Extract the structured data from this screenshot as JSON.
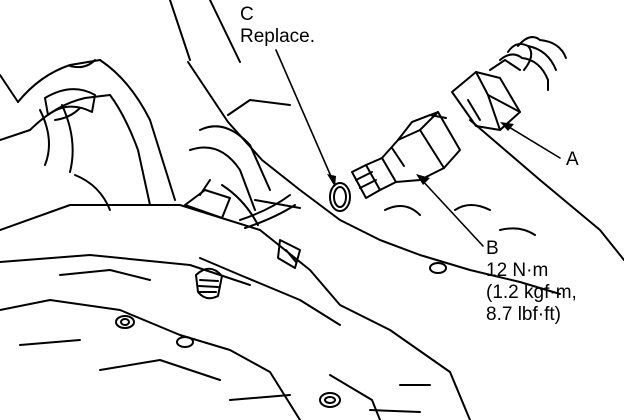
{
  "callouts": {
    "c": {
      "letter": "C",
      "note": "Replace."
    },
    "a": {
      "letter": "A"
    },
    "b": {
      "letter": "B",
      "torque_line1": "12 N·m",
      "torque_line2": "(1.2 kgf·m,",
      "torque_line3": "8.7 lbf·ft)"
    }
  },
  "colors": {
    "ink": "#000000",
    "paper": "#ffffff"
  }
}
